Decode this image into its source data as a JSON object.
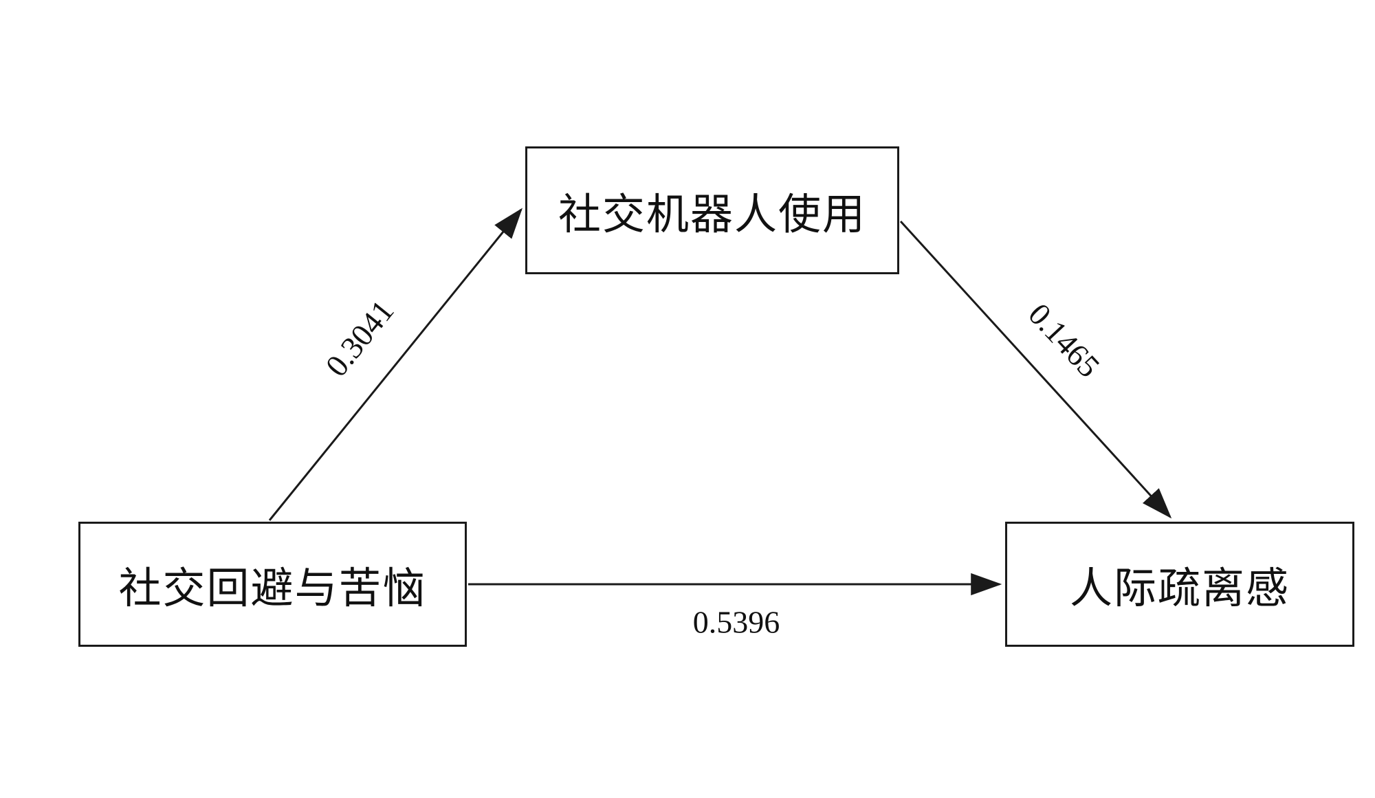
{
  "figure": {
    "background": "#ffffff",
    "line_color": "#1a1a1a",
    "type": "mediation-path-diagram"
  },
  "nodes": {
    "mediator": {
      "label": "社交机器人使用"
    },
    "predictor": {
      "label": "社交回避与苦恼"
    },
    "outcome": {
      "label": "人际疏离感"
    }
  },
  "paths": {
    "a": {
      "from": "社交回避与苦恼",
      "to": "社交机器人使用",
      "coefficient": "0.3041"
    },
    "b": {
      "from": "社交机器人使用",
      "to": "人际疏离感",
      "coefficient": "0.1465"
    },
    "c": {
      "from": "社交回避与苦恼",
      "to": "人际疏离感",
      "coefficient": "0.5396"
    }
  }
}
